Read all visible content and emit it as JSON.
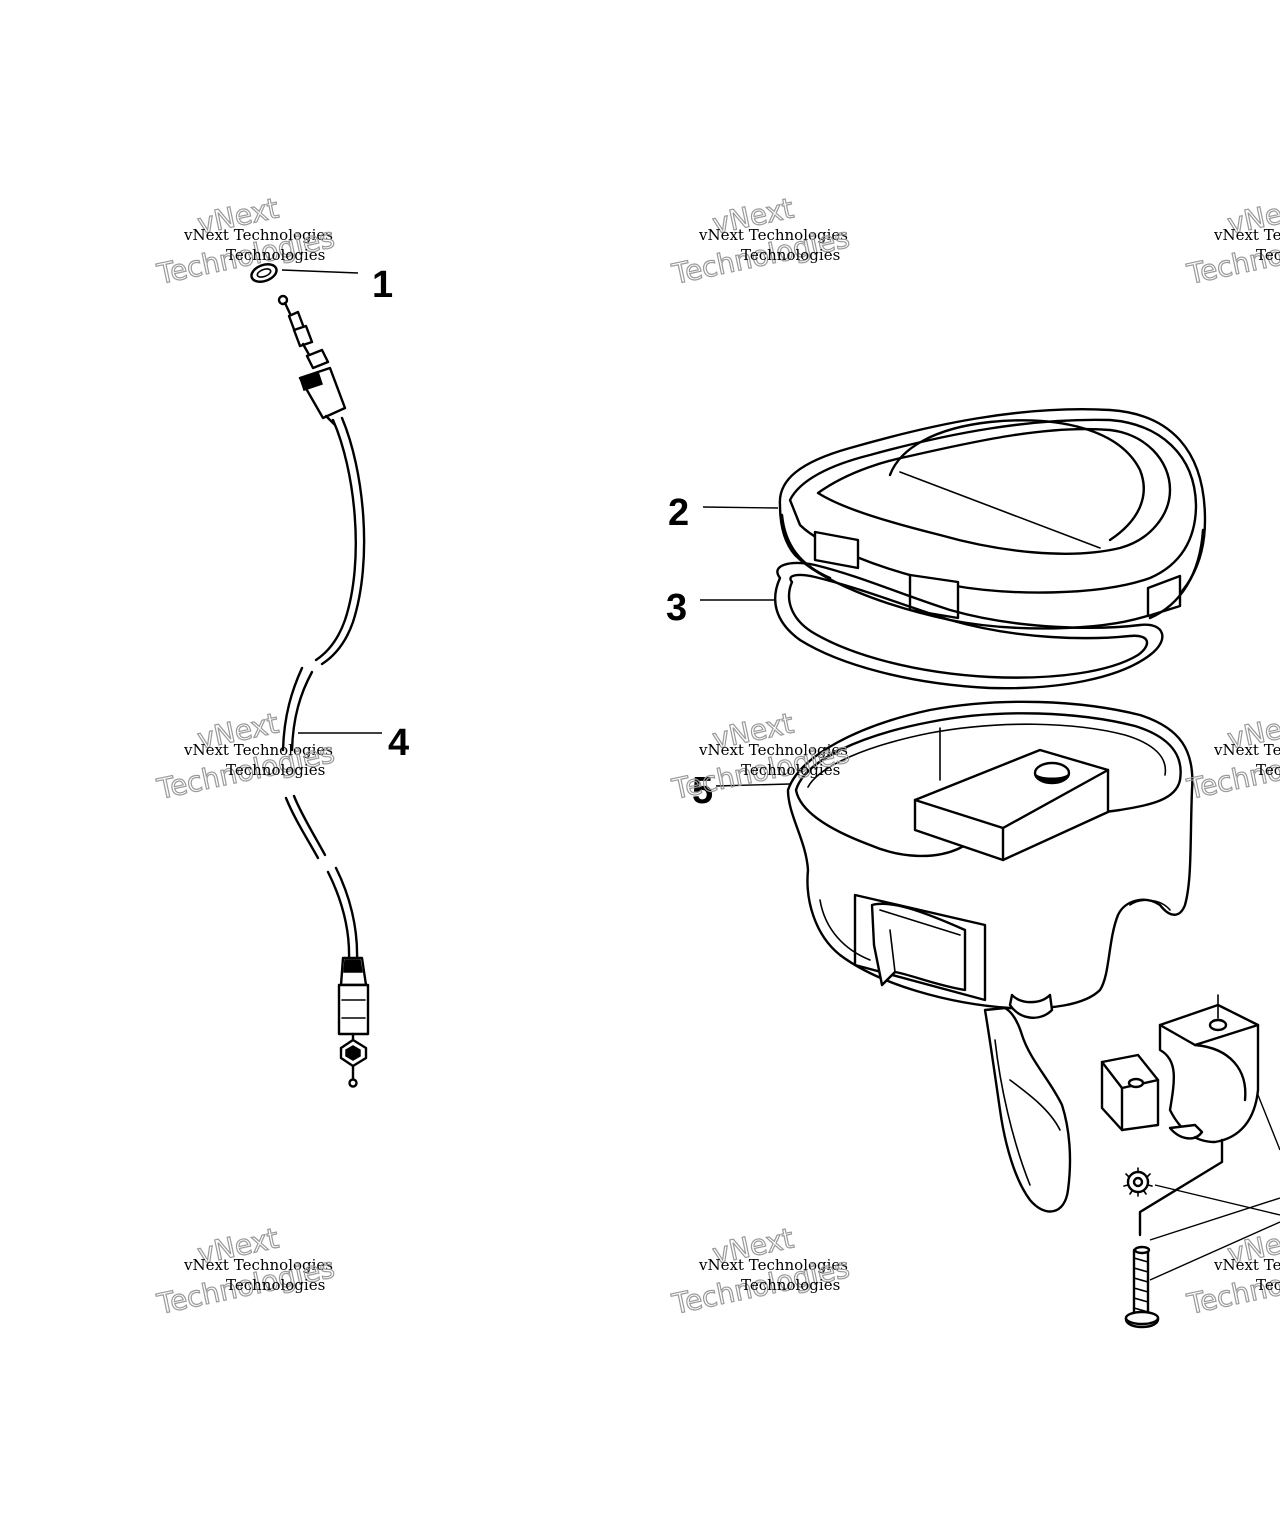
{
  "diagram": {
    "callouts": [
      {
        "id": "1",
        "label": "1"
      },
      {
        "id": "2",
        "label": "2"
      },
      {
        "id": "3",
        "label": "3"
      },
      {
        "id": "4",
        "label": "4"
      },
      {
        "id": "5",
        "label": "5"
      }
    ],
    "watermark": {
      "line_small": "vNext Technologies",
      "line_outline_top": "vNext",
      "line_outline_bottom": "Technologies"
    },
    "colors": {
      "ink": "#000000",
      "background": "#ffffff",
      "watermark_outline": "#9a9a9a"
    }
  }
}
